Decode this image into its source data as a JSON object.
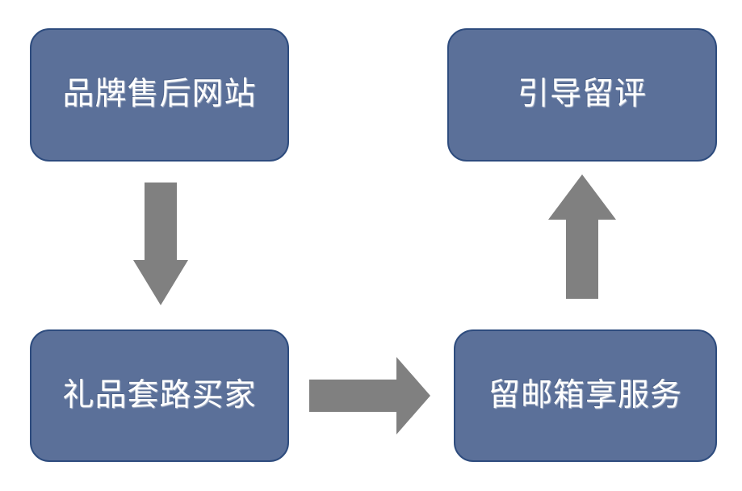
{
  "diagram": {
    "title": "",
    "colors": {
      "node_fill": "#5b7099",
      "node_border": "#2e4c7e",
      "node_text": "#ffffff",
      "arrow_fill": "#808080",
      "background": "#ffffff"
    },
    "nodes": [
      {
        "id": "brand-site",
        "label": "品牌售后网站",
        "position": "top-left"
      },
      {
        "id": "guide-review",
        "label": "引导留评",
        "position": "top-right"
      },
      {
        "id": "gift-tactic",
        "label": "礼品套路买家",
        "position": "bottom-left"
      },
      {
        "id": "email-service",
        "label": "留邮箱享服务",
        "position": "bottom-right"
      }
    ],
    "arrows": [
      {
        "id": "brand-site-to-gift-tactic",
        "direction": "down",
        "from": "brand-site",
        "to": "gift-tactic"
      },
      {
        "id": "gift-tactic-to-email-service",
        "direction": "right",
        "from": "gift-tactic",
        "to": "email-service"
      },
      {
        "id": "email-service-to-guide-review",
        "direction": "up",
        "from": "email-service",
        "to": "guide-review"
      }
    ]
  }
}
